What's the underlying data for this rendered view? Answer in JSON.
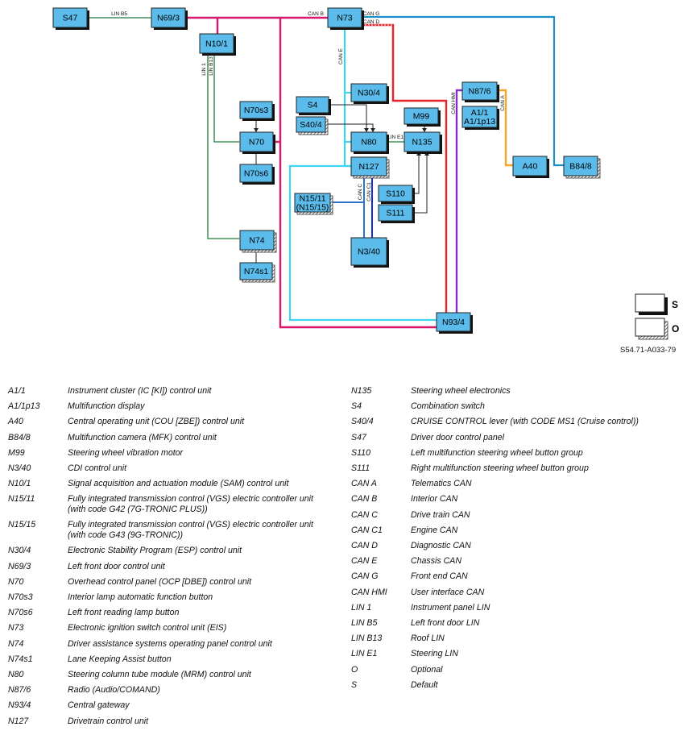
{
  "diagram": {
    "units": [
      {
        "id": "S47",
        "label": "S47",
        "optional": false
      },
      {
        "id": "N69_3",
        "label": "N69/3",
        "optional": false
      },
      {
        "id": "N73",
        "label": "N73",
        "optional": false
      },
      {
        "id": "N10_1",
        "label": "N10/1",
        "optional": false
      },
      {
        "id": "N70s3",
        "label": "N70s3",
        "optional": false
      },
      {
        "id": "N70",
        "label": "N70",
        "optional": false
      },
      {
        "id": "N70s6",
        "label": "N70s6",
        "optional": false
      },
      {
        "id": "N74",
        "label": "N74",
        "optional": true
      },
      {
        "id": "N74s1",
        "label": "N74s1",
        "optional": true
      },
      {
        "id": "N30_4",
        "label": "N30/4",
        "optional": false
      },
      {
        "id": "S4",
        "label": "S4",
        "optional": false
      },
      {
        "id": "S40_4",
        "label": "S40/4",
        "optional": true
      },
      {
        "id": "N80",
        "label": "N80",
        "optional": false
      },
      {
        "id": "M99",
        "label": "M99",
        "optional": false
      },
      {
        "id": "N135",
        "label": "N135",
        "optional": false
      },
      {
        "id": "N127",
        "label": "N127",
        "optional": true
      },
      {
        "id": "N15",
        "label": "N15/11\n(N15/15)",
        "optional": true
      },
      {
        "id": "S110",
        "label": "S110",
        "optional": false
      },
      {
        "id": "S111",
        "label": "S111",
        "optional": false
      },
      {
        "id": "N3_40",
        "label": "N3/40",
        "optional": false
      },
      {
        "id": "N87_6",
        "label": "N87/6",
        "optional": false
      },
      {
        "id": "A1",
        "label": "A1/1\nA1/1p13",
        "optional": false
      },
      {
        "id": "A40",
        "label": "A40",
        "optional": false
      },
      {
        "id": "B84_8",
        "label": "B84/8",
        "optional": true
      },
      {
        "id": "N93_4",
        "label": "N93/4",
        "optional": false
      }
    ],
    "bus_labels": [
      {
        "id": "lin_b5",
        "text": "LIN B5"
      },
      {
        "id": "can_b",
        "text": "CAN B"
      },
      {
        "id": "can_g",
        "text": "CAN G"
      },
      {
        "id": "can_d",
        "text": "CAN D"
      },
      {
        "id": "can_e",
        "text": "CAN E"
      },
      {
        "id": "lin_1",
        "text": "LIN 1"
      },
      {
        "id": "lin_b13",
        "text": "LIN B13"
      },
      {
        "id": "lin_e1",
        "text": "LIN E1"
      },
      {
        "id": "can_c",
        "text": "CAN C"
      },
      {
        "id": "can_c1",
        "text": "CAN C1"
      },
      {
        "id": "can_hmi",
        "text": "CAN HMI"
      },
      {
        "id": "can_a",
        "text": "CAN A"
      }
    ],
    "key": {
      "standard": "S",
      "optional": "O"
    },
    "reference": "S54.71-A033-79",
    "colors": {
      "unit_fill": "#5bbcec",
      "can_b": "#d6186b",
      "can_g": "#1e90c8",
      "can_d": "#e8242a",
      "can_e": "#3fd4f0",
      "lin": "#1f7a3a",
      "can_c": "#2c74c8",
      "can_c1": "#1b2fd0",
      "can_hmi": "#8a2bc8",
      "can_a": "#f4a62a",
      "wire": "#222222"
    }
  },
  "legend": {
    "left": [
      {
        "code": "A1/1",
        "desc": "Instrument cluster (IC [KI]) control unit"
      },
      {
        "code": "A1/1p13",
        "desc": "Multifunction display"
      },
      {
        "code": "A40",
        "desc": "Central operating unit (COU [ZBE]) control unit"
      },
      {
        "code": "B84/8",
        "desc": "Multifunction camera (MFK) control unit"
      },
      {
        "code": "M99",
        "desc": "Steering wheel vibration motor"
      },
      {
        "code": "N3/40",
        "desc": "CDI control unit"
      },
      {
        "code": "N10/1",
        "desc": "Signal acquisition and actuation module (SAM) control unit"
      },
      {
        "code": "N15/11",
        "desc": "Fully integrated transmission control (VGS) electric controller unit\n(with code G42 (7G-TRONIC PLUS))"
      },
      {
        "code": "N15/15",
        "desc": "Fully integrated transmission control (VGS) electric controller unit\n(with code G43 (9G-TRONIC))"
      },
      {
        "code": "N30/4",
        "desc": "Electronic Stability Program (ESP) control unit"
      },
      {
        "code": "N69/3",
        "desc": "Left front door control unit"
      },
      {
        "code": "N70",
        "desc": "Overhead control panel (OCP [DBE]) control unit"
      },
      {
        "code": "N70s3",
        "desc": "Interior lamp automatic function button"
      },
      {
        "code": "N70s6",
        "desc": "Left front reading lamp button"
      },
      {
        "code": "N73",
        "desc": "Electronic ignition switch control unit (EIS)"
      },
      {
        "code": "N74",
        "desc": "Driver assistance systems operating panel control unit"
      },
      {
        "code": "N74s1",
        "desc": "Lane Keeping Assist button"
      },
      {
        "code": "N80",
        "desc": "Steering column tube module (MRM) control unit"
      },
      {
        "code": "N87/6",
        "desc": "Radio (Audio/COMAND)"
      },
      {
        "code": "N93/4",
        "desc": "Central gateway"
      },
      {
        "code": "N127",
        "desc": "Drivetrain control unit"
      }
    ],
    "right": [
      {
        "code": "N135",
        "desc": "Steering wheel electronics"
      },
      {
        "code": "S4",
        "desc": "Combination switch"
      },
      {
        "code": "S40/4",
        "desc": "CRUISE CONTROL lever (with CODE MS1 (Cruise control))"
      },
      {
        "code": "S47",
        "desc": "Driver door control panel"
      },
      {
        "code": "S110",
        "desc": "Left multifunction steering wheel button group"
      },
      {
        "code": "S111",
        "desc": "Right multifunction steering wheel button group"
      },
      {
        "code": "CAN A",
        "desc": "Telematics CAN"
      },
      {
        "code": "CAN B",
        "desc": "Interior CAN"
      },
      {
        "code": "CAN C",
        "desc": "Drive train CAN"
      },
      {
        "code": "CAN C1",
        "desc": "Engine CAN"
      },
      {
        "code": "CAN D",
        "desc": "Diagnostic CAN"
      },
      {
        "code": "CAN E",
        "desc": "Chassis CAN"
      },
      {
        "code": "CAN G",
        "desc": "Front end CAN"
      },
      {
        "code": "CAN HMI",
        "desc": "User interface CAN"
      },
      {
        "code": "LIN 1",
        "desc": "Instrument panel LIN"
      },
      {
        "code": "LIN B5",
        "desc": "Left front door LIN"
      },
      {
        "code": "LIN B13",
        "desc": "Roof LIN"
      },
      {
        "code": "LIN E1",
        "desc": "Steering LIN"
      },
      {
        "code": "O",
        "desc": "Optional"
      },
      {
        "code": "S",
        "desc": "Default"
      }
    ]
  }
}
